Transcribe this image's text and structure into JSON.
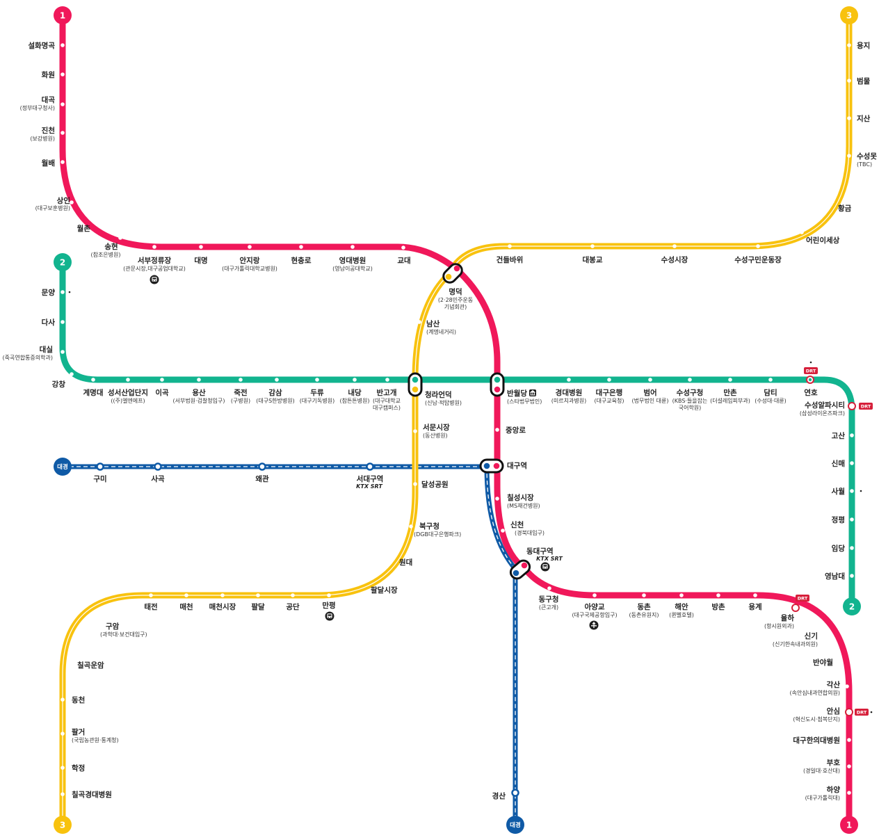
{
  "colors": {
    "line1": "#f0185a",
    "line2": "#12b48f",
    "line3": "#f8c20e",
    "daegyeong": "#0f5aa6",
    "drt": "#d61f3a"
  },
  "icons": {
    "bus_terminal": "bus-icon",
    "airport": "airplane-icon",
    "museum": "museum-icon",
    "ktx_srt": "ktx-srt-logo"
  },
  "terminals": {
    "line1_north": "1",
    "line1_south": "1",
    "line2_west": "2",
    "line2_south": "2",
    "line3_north": "3",
    "line3_south": "3",
    "dg_west": "대경",
    "dg_south": "대경"
  },
  "badges": {
    "drt": "DRT",
    "ktx_srt": "KTX SRT"
  },
  "stations": {
    "line1": [
      {
        "name": "설화명곡"
      },
      {
        "name": "화원"
      },
      {
        "name": "대곡",
        "sub": "(정부대구청사)"
      },
      {
        "name": "진천",
        "sub": "(보강병원)"
      },
      {
        "name": "월배"
      },
      {
        "name": "상인",
        "sub": "(대구보훈병원)"
      },
      {
        "name": "월촌"
      },
      {
        "name": "송현",
        "sub": "(참조은병원)"
      },
      {
        "name": "서부정류장",
        "sub": "(관문시장,대구공업대학교)"
      },
      {
        "name": "대명"
      },
      {
        "name": "안지랑",
        "sub": "(대구가톨릭대학교병원)"
      },
      {
        "name": "현충로"
      },
      {
        "name": "영대병원",
        "sub": "(영남이공대학교)"
      },
      {
        "name": "교대"
      },
      {
        "name": "중앙로"
      },
      {
        "name": "칠성시장",
        "sub": "(MS재건병원)"
      },
      {
        "name": "신천",
        "sub": "(경북대입구)"
      },
      {
        "name": "동구청",
        "sub": "(큰고개)"
      },
      {
        "name": "아양교",
        "sub": "(대구국제공항입구)"
      },
      {
        "name": "동촌",
        "sub": "(동촌유원지)"
      },
      {
        "name": "해안",
        "sub": "(퀸벨호텔)"
      },
      {
        "name": "방촌"
      },
      {
        "name": "용계"
      },
      {
        "name": "율하",
        "sub": "(항시원외과)"
      },
      {
        "name": "신기",
        "sub": "(신기한속내과의원)"
      },
      {
        "name": "반야월"
      },
      {
        "name": "각산",
        "sub": "(속안심내과연합의원)"
      },
      {
        "name": "안심",
        "sub": "(혁신도시·첨복단지)"
      },
      {
        "name": "대구한의대병원"
      },
      {
        "name": "부호",
        "sub": "(경일대·호산대)"
      },
      {
        "name": "하양",
        "sub": "(대구가톨릭대)"
      }
    ],
    "line2": [
      {
        "name": "문양"
      },
      {
        "name": "다사"
      },
      {
        "name": "대실",
        "sub": "(죽곡연합통증의학과)"
      },
      {
        "name": "강창"
      },
      {
        "name": "계명대"
      },
      {
        "name": "성서산업단지",
        "sub": "((주)엘엔에프)"
      },
      {
        "name": "이곡"
      },
      {
        "name": "용산",
        "sub": "(서부법원·검찰청입구)"
      },
      {
        "name": "죽전",
        "sub": "(구병원)"
      },
      {
        "name": "감삼",
        "sub": "(대구S한방병원)"
      },
      {
        "name": "두류",
        "sub": "(대구기독병원)"
      },
      {
        "name": "내당",
        "sub": "(참튼튼병원)"
      },
      {
        "name": "반고개",
        "sub": "(대구대학교"
      },
      {
        "name": "대구캠퍼스)"
      },
      {
        "name": "경대병원",
        "sub": "(미르치과병원)"
      },
      {
        "name": "대구은행",
        "sub": "(대구교육청)"
      },
      {
        "name": "범어",
        "sub": "(법무법인 대륜)"
      },
      {
        "name": "수성구청",
        "sub": "(KBS·들을잡는"
      },
      {
        "name": "국어학원)"
      },
      {
        "name": "만촌",
        "sub": "(더설레임피부과)"
      },
      {
        "name": "담티",
        "sub": "(수성대·대륜)"
      },
      {
        "name": "연호"
      },
      {
        "name": "수성알파시티",
        "sub": "(삼성라이온즈파크)"
      },
      {
        "name": "고산"
      },
      {
        "name": "신매"
      },
      {
        "name": "사월"
      },
      {
        "name": "정평"
      },
      {
        "name": "임당"
      },
      {
        "name": "영남대"
      }
    ],
    "line3": [
      {
        "name": "용지"
      },
      {
        "name": "범물"
      },
      {
        "name": "지산"
      },
      {
        "name": "수성못",
        "sub": "(TBC)"
      },
      {
        "name": "황금"
      },
      {
        "name": "어린이세상"
      },
      {
        "name": "수성구민운동장"
      },
      {
        "name": "수성시장"
      },
      {
        "name": "대봉교"
      },
      {
        "name": "건들바위"
      },
      {
        "name": "남산",
        "sub": "(계명네거리)"
      },
      {
        "name": "서문시장",
        "sub": "(동산병원)"
      },
      {
        "name": "달성공원"
      },
      {
        "name": "북구청",
        "sub": "(DGB대구은행파크)"
      },
      {
        "name": "원대"
      },
      {
        "name": "팔달시장"
      },
      {
        "name": "만평"
      },
      {
        "name": "공단"
      },
      {
        "name": "팔달"
      },
      {
        "name": "매천시장"
      },
      {
        "name": "매천"
      },
      {
        "name": "태전"
      },
      {
        "name": "구암",
        "sub": "(과학대·보건대입구)"
      },
      {
        "name": "칠곡운암"
      },
      {
        "name": "동천"
      },
      {
        "name": "팔거",
        "sub": "(국립농관원·통계청)"
      },
      {
        "name": "학정"
      },
      {
        "name": "칠곡경대병원"
      }
    ],
    "daegyeong": [
      {
        "name": "구미"
      },
      {
        "name": "사곡"
      },
      {
        "name": "왜관"
      },
      {
        "name": "서대구역"
      },
      {
        "name": "경산"
      }
    ],
    "transfer": [
      {
        "name": "명덕",
        "sub": "(2·28민주운동"
      },
      {
        "name": "기념회관)"
      },
      {
        "name": "청라언덕",
        "sub": "(신남·적탑병원)"
      },
      {
        "name": "반월당",
        "sub": "(스타법무법인)"
      },
      {
        "name": "대구역"
      },
      {
        "name": "동대구역"
      }
    ]
  }
}
